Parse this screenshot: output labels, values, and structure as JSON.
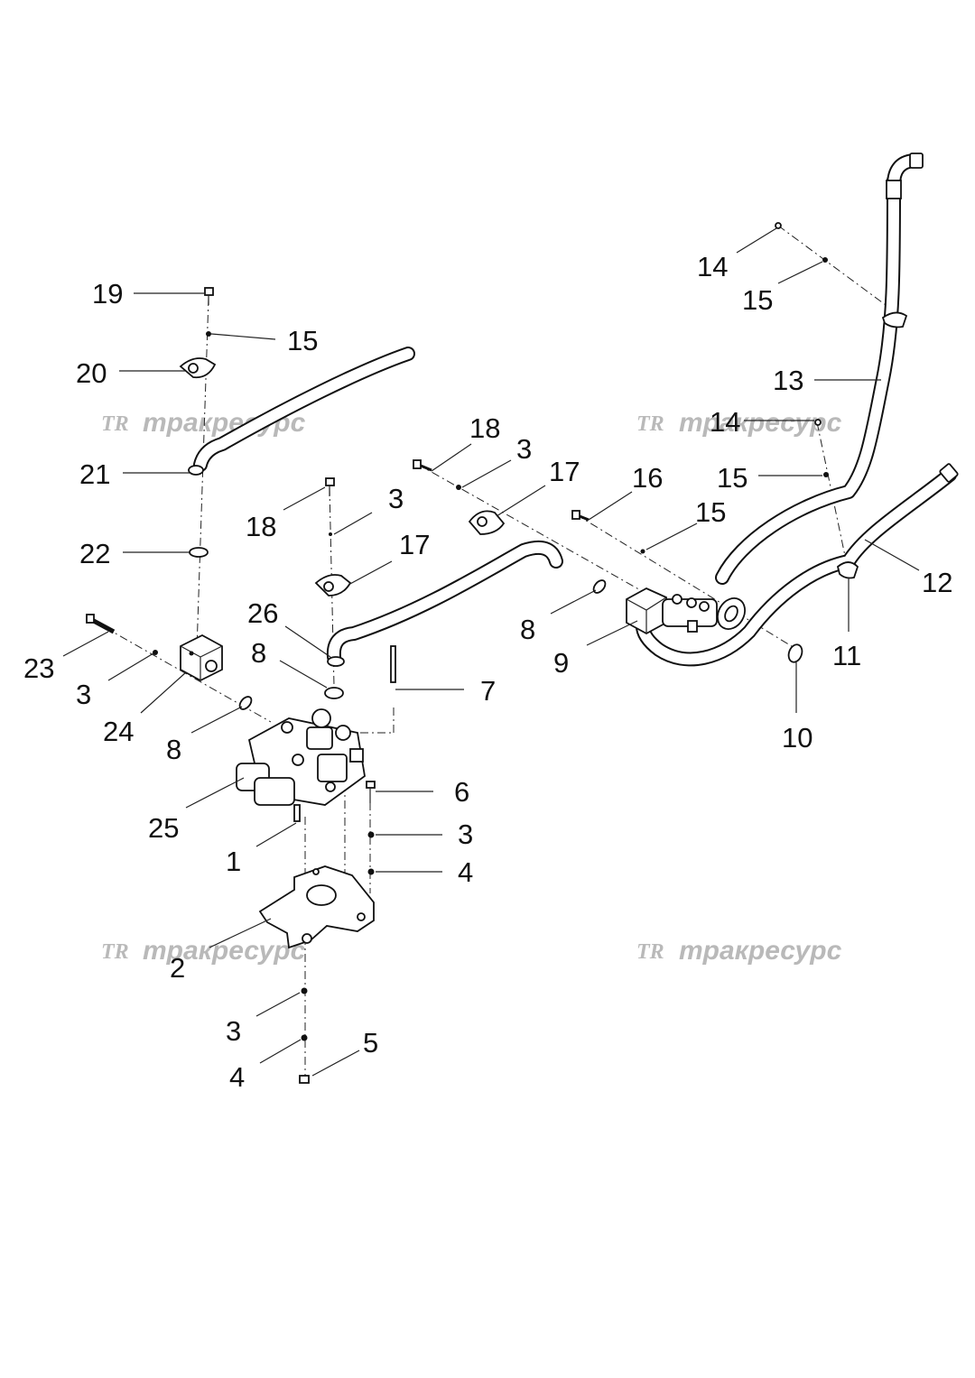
{
  "watermark": {
    "logo_text": "TR",
    "text": "тракресурс"
  },
  "callouts": [
    {
      "id": "c19",
      "text": "19"
    },
    {
      "id": "c15a",
      "text": "15"
    },
    {
      "id": "c20",
      "text": "20"
    },
    {
      "id": "c21",
      "text": "21"
    },
    {
      "id": "c22",
      "text": "22"
    },
    {
      "id": "c23",
      "text": "23"
    },
    {
      "id": "c3a",
      "text": "3"
    },
    {
      "id": "c24",
      "text": "24"
    },
    {
      "id": "c8a",
      "text": "8"
    },
    {
      "id": "c25",
      "text": "25"
    },
    {
      "id": "c1",
      "text": "1"
    },
    {
      "id": "c2",
      "text": "2"
    },
    {
      "id": "c3b",
      "text": "3"
    },
    {
      "id": "c4a",
      "text": "4"
    },
    {
      "id": "c5",
      "text": "5"
    },
    {
      "id": "c6",
      "text": "6"
    },
    {
      "id": "c3c",
      "text": "3"
    },
    {
      "id": "c4b",
      "text": "4"
    },
    {
      "id": "c7",
      "text": "7"
    },
    {
      "id": "c8b",
      "text": "8"
    },
    {
      "id": "c26",
      "text": "26"
    },
    {
      "id": "c18a",
      "text": "18"
    },
    {
      "id": "c3d",
      "text": "3"
    },
    {
      "id": "c17a",
      "text": "17"
    },
    {
      "id": "c18b",
      "text": "18"
    },
    {
      "id": "c3e",
      "text": "3"
    },
    {
      "id": "c17b",
      "text": "17"
    },
    {
      "id": "c16",
      "text": "16"
    },
    {
      "id": "c15b",
      "text": "15"
    },
    {
      "id": "c8c",
      "text": "8"
    },
    {
      "id": "c9",
      "text": "9"
    },
    {
      "id": "c10",
      "text": "10"
    },
    {
      "id": "c11",
      "text": "11"
    },
    {
      "id": "c12",
      "text": "12"
    },
    {
      "id": "c13",
      "text": "13"
    },
    {
      "id": "c14a",
      "text": "14"
    },
    {
      "id": "c15c",
      "text": "15"
    },
    {
      "id": "c14b",
      "text": "14"
    },
    {
      "id": "c15d",
      "text": "15"
    }
  ]
}
